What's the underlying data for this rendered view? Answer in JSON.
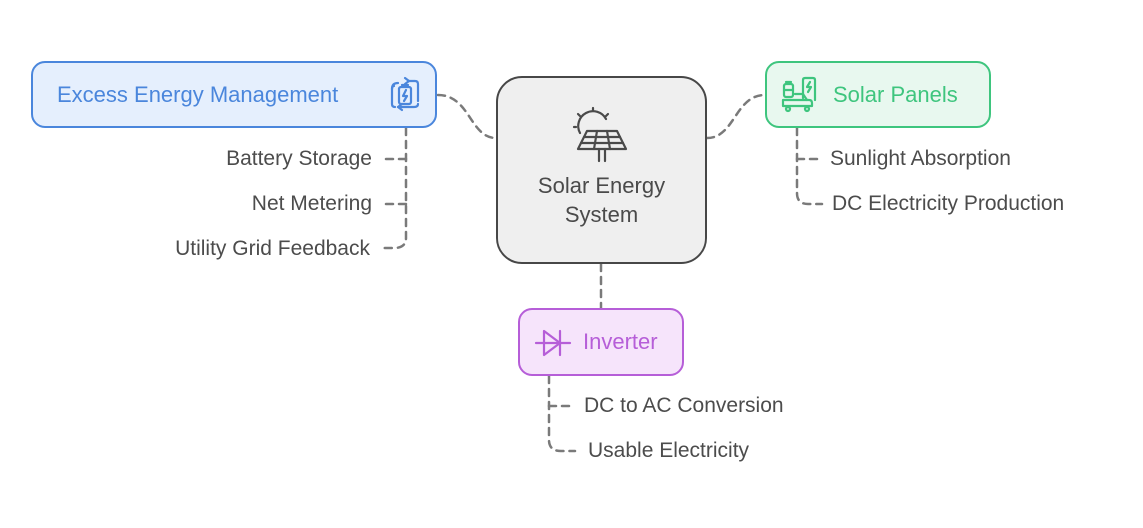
{
  "diagram": {
    "type": "mind-map",
    "central": {
      "title_line1": "Solar Energy",
      "title_line2": "System",
      "icon": "solar-panel-sun-icon"
    },
    "branches": [
      {
        "id": "excess",
        "label": "Excess Energy Management",
        "icon": "battery-cycle-icon",
        "color": "#4a86dc",
        "fill": "#e5effd",
        "children": [
          "Battery Storage",
          "Net Metering",
          "Utility Grid Feedback"
        ]
      },
      {
        "id": "panels",
        "label": "Solar Panels",
        "icon": "ev-charging-icon",
        "color": "#3ec57e",
        "fill": "#e8f8ef",
        "children": [
          "Sunlight Absorption",
          "DC Electricity Production"
        ]
      },
      {
        "id": "inverter",
        "label": "Inverter",
        "icon": "diode-icon",
        "color": "#b65ed8",
        "fill": "#f6e4fb",
        "children": [
          "DC to AC Conversion",
          "Usable Electricity"
        ]
      }
    ],
    "connector_color": "#7a7a7a",
    "central_border_color": "#474747",
    "central_fill": "#efefef"
  }
}
